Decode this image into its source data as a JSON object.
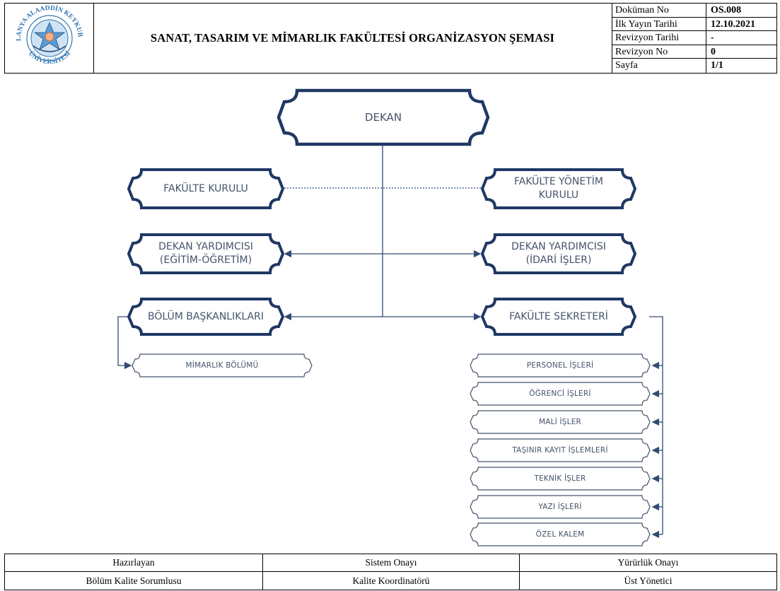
{
  "header": {
    "title": "SANAT, TASARIM VE MİMARLIK FAKÜLTESİ ORGANİZASYON ŞEMASI",
    "logo": {
      "top_text": "ALANYA ALAADDİN KEYKUBAT",
      "bottom_text": "ÜNİVERSİTESİ"
    },
    "meta": [
      {
        "label": "Doküman No",
        "value": "OS.008"
      },
      {
        "label": "İlk Yayın Tarihi",
        "value": "12.10.2021"
      },
      {
        "label": "Revizyon Tarihi",
        "value": "-"
      },
      {
        "label": "Revizyon No",
        "value": "0"
      },
      {
        "label": "Sayfa",
        "value": "1/1"
      }
    ]
  },
  "org_chart": {
    "root": "DEKAN",
    "left": {
      "board": "FAKÜLTE KURULU",
      "vice_dean": [
        "DEKAN YARDIMCISI",
        "(EĞİTİM-ÖĞRETİM)"
      ],
      "departments": "BÖLÜM BAŞKANLIKLARI",
      "department_units": [
        "MİMARLIK BÖLÜMÜ"
      ]
    },
    "right": {
      "board": [
        "FAKÜLTE YÖNETİM",
        "KURULU"
      ],
      "vice_dean": [
        "DEKAN YARDIMCISI",
        "(İDARİ İŞLER)"
      ],
      "secretary": "FAKÜLTE SEKRETERİ",
      "secretary_units": [
        "PERSONEL İŞLERİ",
        "ÖĞRENCİ İŞLERİ",
        "MALİ İŞLER",
        "TAŞINIR KAYIT İŞLEMLERİ",
        "TEKNİK İŞLER",
        "YAZI İŞLERİ",
        "ÖZEL KALEM"
      ]
    },
    "colors": {
      "frame": "#1f3864",
      "text": "#44546a",
      "line": "#2f4a74"
    }
  },
  "footer": {
    "headers": [
      "Hazırlayan",
      "Sistem Onayı",
      "Yürürlük Onayı"
    ],
    "values": [
      "Bölüm Kalite Sorumlusu",
      "Kalite Koordinatörü",
      "Üst Yönetici"
    ]
  }
}
